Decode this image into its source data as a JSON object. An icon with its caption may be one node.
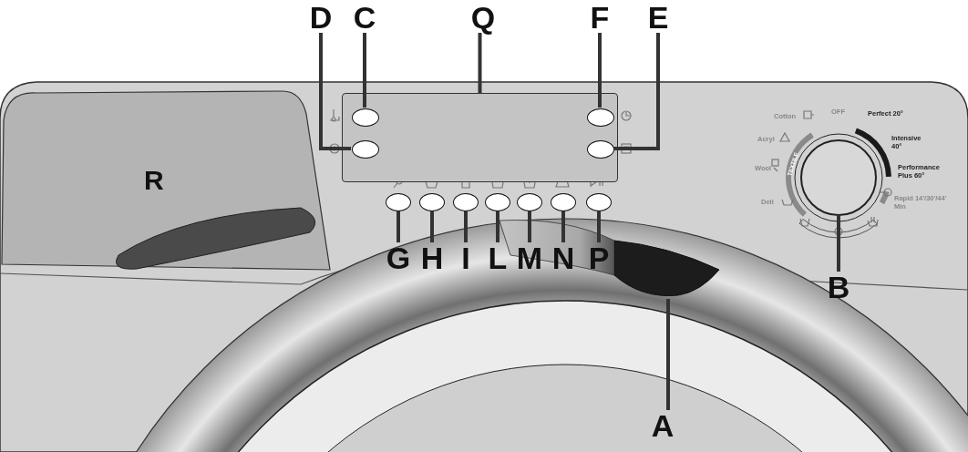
{
  "diagram": {
    "nodes": [
      {
        "text": [
          "D"
        ]
      },
      {
        "text": [
          "C"
        ]
      },
      {
        "text": [
          "Q"
        ]
      },
      {
        "text": [
          "F"
        ]
      },
      {
        "text": [
          "E"
        ]
      },
      {
        "text": [
          "G"
        ]
      },
      {
        "text": [
          "H"
        ]
      },
      {
        "text": [
          "I"
        ]
      },
      {
        "text": [
          "L"
        ]
      },
      {
        "text": [
          "M"
        ]
      },
      {
        "text": [
          "N"
        ]
      },
      {
        "text": [
          "P"
        ]
      },
      {
        "text": [
          "A"
        ]
      },
      {
        "text": [
          "B"
        ]
      },
      {
        "text": [],
        "shape": "box"
      },
      {
        "text": [],
        "shape": "oval",
        "in": 14
      },
      {
        "text": [],
        "shape": "oval",
        "in": 14
      },
      {
        "text": [],
        "shape": "oval",
        "in": 14
      },
      {
        "text": [],
        "shape": "oval",
        "in": 14
      },
      {
        "text": [],
        "shape": "oval"
      },
      {
        "text": [],
        "shape": "oval"
      },
      {
        "text": [],
        "shape": "oval"
      },
      {
        "text": [],
        "shape": "oval"
      },
      {
        "text": [],
        "shape": "oval"
      },
      {
        "text": [],
        "shape": "oval"
      },
      {
        "text": [],
        "shape": "oval"
      },
      {
        "text": [],
        "shape": "picture"
      },
      {
        "text": [],
        "shape": "circle"
      }
    ],
    "edges": [
      {
        "from": 0,
        "to": 16,
        "arrow": "none"
      },
      {
        "from": 1,
        "to": 15,
        "arrow": "none"
      },
      {
        "from": 2,
        "to": 14,
        "arrow": "none"
      },
      {
        "from": 3,
        "to": 17,
        "arrow": "none"
      },
      {
        "from": 4,
        "to": 18,
        "arrow": "none"
      },
      {
        "from": 5,
        "to": 19,
        "arrow": "none"
      },
      {
        "from": 6,
        "to": 20,
        "arrow": "none"
      },
      {
        "from": 7,
        "to": 21,
        "arrow": "none"
      },
      {
        "from": 8,
        "to": 22,
        "arrow": "none"
      },
      {
        "from": 9,
        "to": 23,
        "arrow": "none"
      },
      {
        "from": 10,
        "to": 24,
        "arrow": "none"
      },
      {
        "from": 11,
        "to": 25,
        "arrow": "none"
      },
      {
        "from": 12,
        "to": 26,
        "arrow": "none"
      },
      {
        "from": 13,
        "to": 27,
        "arrow": "none"
      }
    ],
    "labels": [
      "R",
      "OFF",
      "Cotton",
      "Perfect 20°",
      "Acryl",
      "Intensive 40°",
      "Wool",
      "TEXTILE",
      "Performance Plus 60°",
      "Deli",
      "Rapid 14'/30'/44' Min"
    ]
  }
}
